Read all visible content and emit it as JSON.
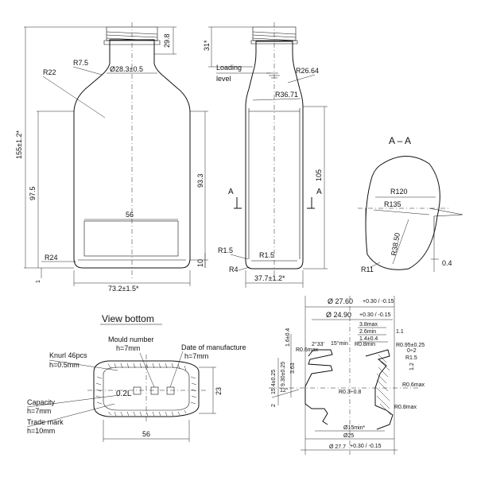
{
  "front_view": {
    "neck_height": "29.8",
    "neck_radius": "R7.5",
    "neck_diameter": "Ø28.3±0.5",
    "shoulder_radius": "R22",
    "total_height": "155±1.2*",
    "lower_height": "97.5",
    "label_height": "93.3",
    "label_width": "56",
    "bottom_radius": "R24",
    "bottom_offset": "1",
    "base_height": "10",
    "body_width": "73.2±1.5*"
  },
  "side_view": {
    "neck_offset": "31*",
    "loading_level_line1": "Loading",
    "loading_level_line2": "level",
    "neck_radius": "R26.64",
    "shoulder_radius": "R36.71",
    "body_height": "105",
    "section_mark_left": "A",
    "section_mark_right": "A",
    "bottom_radius_outer": "R1.5",
    "bottom_radius_inner": "R1.5",
    "foot_radius": "R4",
    "body_depth": "37.7±1.2*"
  },
  "section_view": {
    "title": "A – A",
    "radius_1": "R120",
    "radius_2": "R135",
    "radius_3": "R38.50",
    "corner_radius": "R11",
    "offset": "0.4"
  },
  "bottom_view": {
    "title": "View bottom",
    "knurl_line1": "Knurl 46pcs",
    "knurl_line2": "h=0.5mm",
    "mould_line1": "Mould number",
    "mould_line2": "h=7mm",
    "date_line1": "Date of manufacture",
    "date_line2": "h=7mm",
    "capacity_line1": "Capacity",
    "capacity_line2": "h=7mm",
    "trade_line1": "Trade mark",
    "trade_line2": "h=10mm",
    "capacity_text": "0.2L",
    "height_dim": "23",
    "width_dim": "56"
  },
  "neck_finish": {
    "dia_outer_top": "Ø 27.60",
    "dia_outer_top_tol": "+0.30 / -0.15",
    "dia_thread": "Ø 24.90",
    "dia_thread_tol": "+0.30 / -0.15",
    "dim_3_8max": "3.8max",
    "dim_2_6min": "2.6min",
    "dim_1_1": "1.1",
    "dim_1_4": "1.4±0.4",
    "dim_1_6": "1.6±0.4",
    "angle_2_33": "2°33'",
    "angle_15": "15°min",
    "r_0_8min": "R0.8min",
    "r_0_95": "R0.95±0.25",
    "r_0_6max_left": "R0.6max",
    "dim_0_2": "0÷2",
    "r_1_5": "R1.5",
    "dim_1_2": "1.2",
    "dim_15_4": "15.4±0.25",
    "dim_9_3": "9.30±0.25",
    "dim_3_63": "3.63",
    "r_0_3_0_8": "R0.3÷0.8",
    "angle_12": "12°",
    "dim_2": "2",
    "r_0_6max_right": "R0.6max",
    "r_0_8max": "R0.8max",
    "dia_15min": "Ø15min*",
    "dia_25": "Ø25",
    "dia_27_7": "Ø 27.7",
    "dia_27_7_tol": "+0.30 / -0.15"
  }
}
